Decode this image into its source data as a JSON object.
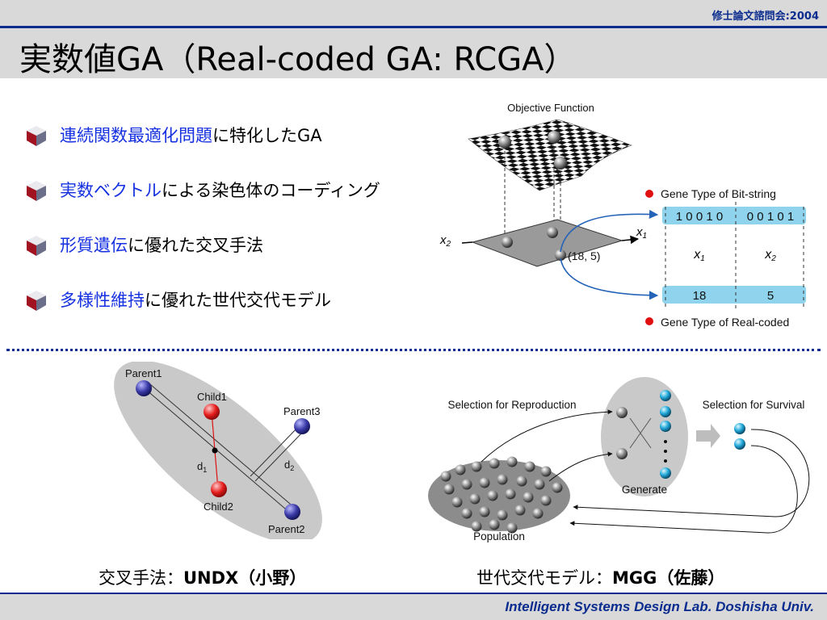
{
  "header": {
    "conference": "修士論文諮問会:2004",
    "title": "実数値GA（Real-coded GA: RCGA）"
  },
  "bullets": [
    {
      "highlight": "連続関数最適化問題",
      "rest": "に特化したGA"
    },
    {
      "highlight": "実数ベクトル",
      "rest": "による染色体のコーディング"
    },
    {
      "highlight": "形質遺伝",
      "rest": "に優れた交叉手法"
    },
    {
      "highlight": "多様性維持",
      "rest": "に優れた世代交代モデル"
    }
  ],
  "objective_figure": {
    "title": "Objective Function",
    "axis_x1": "x",
    "axis_x1_sub": "1",
    "axis_x2": "x",
    "axis_x2_sub": "2",
    "point_label": "(18, 5)",
    "bit_legend": "Gene Type of Bit-string",
    "bit_string": "1 0 0 1 0 0 0 1 0 1",
    "bit_left": "1 0 0 1 0",
    "bit_right": "0 0 1 0 1",
    "gene_x1": "x",
    "gene_x1_sub": "1",
    "gene_x2": "x",
    "gene_x2_sub": "2",
    "real_value_1": "18",
    "real_value_2": "5",
    "real_legend": "Gene Type of Real-coded",
    "legend_color": "#e01010",
    "gene_bar_color": "#8fd3ec"
  },
  "undx_figure": {
    "parent1": "Parent1",
    "parent2": "Parent2",
    "parent3": "Parent3",
    "child1": "Child1",
    "child2": "Child2",
    "d1": "d",
    "d1_sub": "1",
    "d2": "d",
    "d2_sub": "2"
  },
  "mgg_figure": {
    "selection_reproduction": "Selection for Reproduction",
    "selection_survival": "Selection for Survival",
    "generate": "Generate",
    "population": "Population"
  },
  "captions": {
    "left_prefix": "交叉手法：",
    "left_name": "UNDX",
    "left_author": "（小野）",
    "right_prefix": "世代交代モデル：",
    "right_name": "MGG",
    "right_author": "（佐藤）"
  },
  "footer": {
    "lab": "Intelligent Systems Design Lab. Doshisha Univ."
  },
  "colors": {
    "accent_blue": "#0b2c8f",
    "highlight_text": "#1530e0",
    "band_gray": "#d9d9d9"
  }
}
